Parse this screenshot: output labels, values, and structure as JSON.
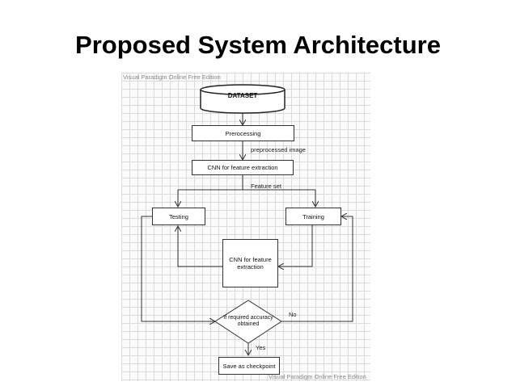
{
  "slide": {
    "title": "Proposed System Architecture"
  },
  "diagram": {
    "watermark_top": "Visual Paradigm Online Free Edition",
    "watermark_bottom": "Visual Paradigm Online Free Edition",
    "nodes": {
      "dataset": "DATASET",
      "preprocessing": "Prerocessing",
      "cnn_main": "CNN for feature extraction",
      "testing": "Testing",
      "training": "Training",
      "cnn_center": "CNN for feature extraction",
      "decision": "If required accuracy obtained",
      "checkpoint": "Save as checkpoint"
    },
    "edge_labels": {
      "preprocessed": "preprocessed image",
      "feature_set": "Feature set",
      "no": "No",
      "yes": "Yes"
    },
    "colors": {
      "line": "#333333",
      "grid": "#dadada",
      "box_fill": "#ffffff"
    }
  }
}
